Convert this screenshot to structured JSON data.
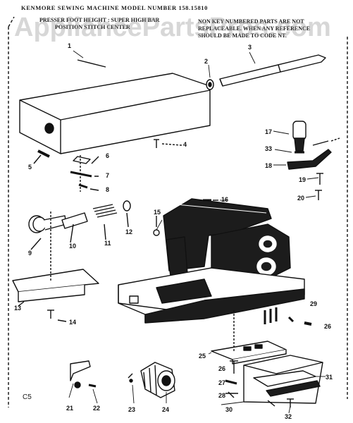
{
  "header": {
    "model_line": "KENMORE SEWING MACHINE MODEL NUMBER 158.15810",
    "presser_line_1": "PRESSER FOOT HEIGHT : SUPER HIGH BAR",
    "presser_line_2": "POSITION STITCH CENTER",
    "note_line_1": "NON KEY NUMBERED PARTS ARE NOT",
    "note_line_2": "REPLACEABLE. WHEN ANY REFERENCE",
    "note_line_3": "SHOULD BE MADE TO CODE NT."
  },
  "watermark": "AppliancePartsPros.com",
  "corner_code": "C5",
  "part_numbers": [
    "1",
    "2",
    "3",
    "4",
    "5",
    "6",
    "7",
    "8",
    "9",
    "10",
    "11",
    "12",
    "13",
    "14",
    "15",
    "16",
    "17",
    "18",
    "19",
    "20",
    "21",
    "22",
    "23",
    "24",
    "25",
    "26",
    "26",
    "27",
    "28",
    "29",
    "30",
    "31",
    "32",
    "33"
  ],
  "colors": {
    "ink": "#111111",
    "paper": "#ffffff",
    "shadow": "#1c1c1c"
  }
}
